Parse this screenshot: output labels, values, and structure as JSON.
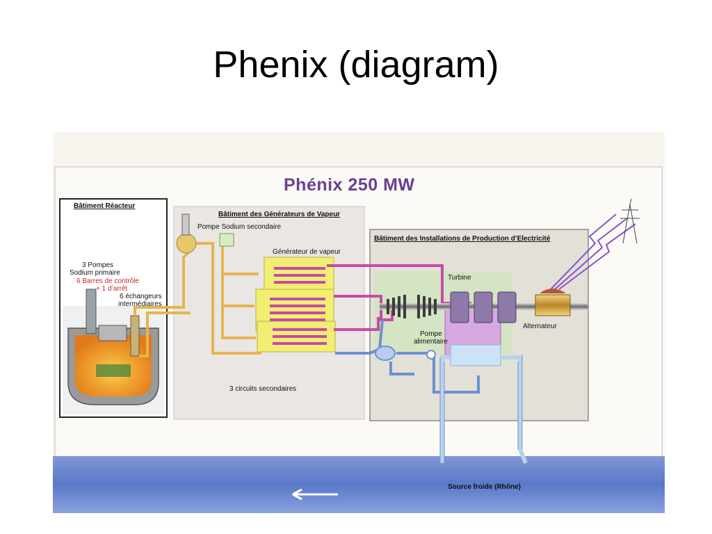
{
  "slide": {
    "title": "Phenix  (diagram)"
  },
  "diagram": {
    "title": "Phénix   250 MW",
    "buildings": {
      "reactor": "Bâtiment Réacteur",
      "steam_generators": "Bâtiment des Générateurs de Vapeur",
      "electricity": "Bâtiment des Installations de Production d’Electricité"
    },
    "labels": {
      "pumps_line1": "3 Pompes",
      "pumps_line2": "Sodium primaire",
      "control_rods": "6 Barres de contrôle",
      "stop_rod": "+ 1 d’arrêt",
      "exchangers_line1": "6 échangeurs",
      "exchangers_line2": "intermédiaires",
      "secondary_pump": "Pompe Sodium secondaire",
      "steam_generator": "Générateur de vapeur",
      "turbine": "Turbine",
      "feed_pump_line1": "Pompe",
      "feed_pump_line2": "alimentaire",
      "alternator": "Alternateur",
      "secondary_circuits": "3 circuits secondaires",
      "cold_source": "Source froide (Rhône)"
    },
    "colors": {
      "title": "#6a3f92",
      "sodium_loop": "#e6b54f",
      "steam_loop": "#c64aa7",
      "water_loop": "#6f8fd0",
      "cooling_loop": "#b9d3ec",
      "reactor_core": "#e8891e",
      "river": "#5a78c9",
      "power_lines": "#8a52c8"
    }
  }
}
